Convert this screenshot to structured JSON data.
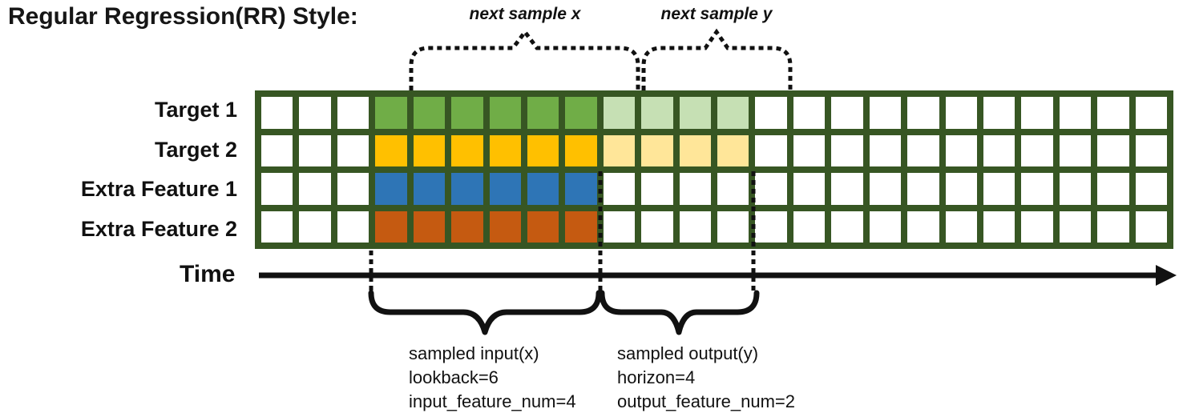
{
  "title": "Regular Regression(RR) Style:",
  "colors": {
    "grid_line": "#375623",
    "target1_full": "#70AD47",
    "target1_light": "#C6E0B4",
    "target2_full": "#FFC000",
    "target2_light": "#FFE699",
    "extra1_full": "#2E75B6",
    "extra2_full": "#C55A11",
    "ink": "#111111"
  },
  "grid": {
    "columns": 24,
    "lookback_start": 3,
    "lookback": 6,
    "horizon": 4,
    "rows": [
      {
        "label": "Target 1",
        "full": "#70AD47",
        "light": "#C6E0B4",
        "has_horizon": true
      },
      {
        "label": "Target 2",
        "full": "#FFC000",
        "light": "#FFE699",
        "has_horizon": true
      },
      {
        "label": "Extra Feature 1",
        "full": "#2E75B6",
        "light": null,
        "has_horizon": false
      },
      {
        "label": "Extra Feature 2",
        "full": "#C55A11",
        "light": null,
        "has_horizon": false
      }
    ]
  },
  "annotations": {
    "next_sample_x": "next sample x",
    "next_sample_y": "next sample y",
    "time": "Time",
    "input": {
      "title": "sampled input(x)",
      "lookback": "lookback=6",
      "feature_num": "input_feature_num=4"
    },
    "output": {
      "title": "sampled output(y)",
      "horizon": "horizon=4",
      "feature_num": "output_feature_num=2"
    }
  }
}
